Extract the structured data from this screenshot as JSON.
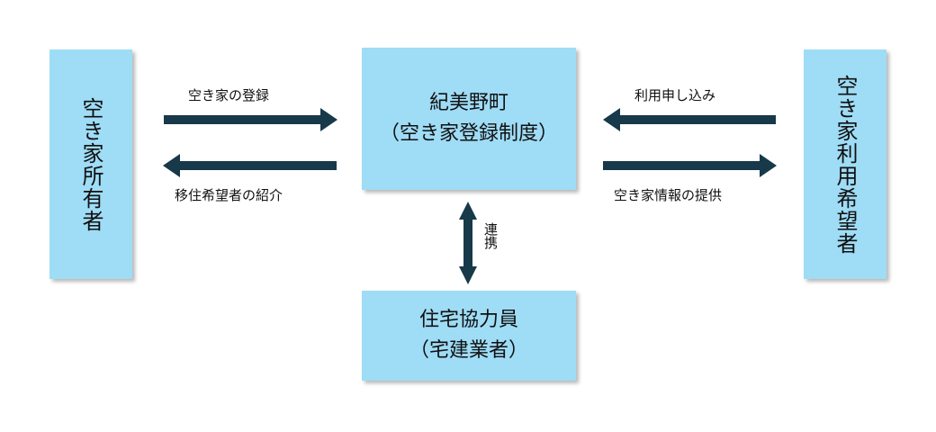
{
  "boxes": {
    "owner": "空き家所有者",
    "center_line1": "紀美野町",
    "center_line2": "（空き家登録制度）",
    "user": "空き家利用希望者",
    "agent_line1": "住宅協力員",
    "agent_line2": "（宅建業者）"
  },
  "arrow_labels": {
    "register": "空き家の登録",
    "introduce": "移住希望者の紹介",
    "apply": "利用申し込み",
    "provide": "空き家情報の提供",
    "cooperation": "連携"
  },
  "colors": {
    "box_fill": "#9fdcf6",
    "arrow": "#17394a",
    "text": "#111111"
  }
}
